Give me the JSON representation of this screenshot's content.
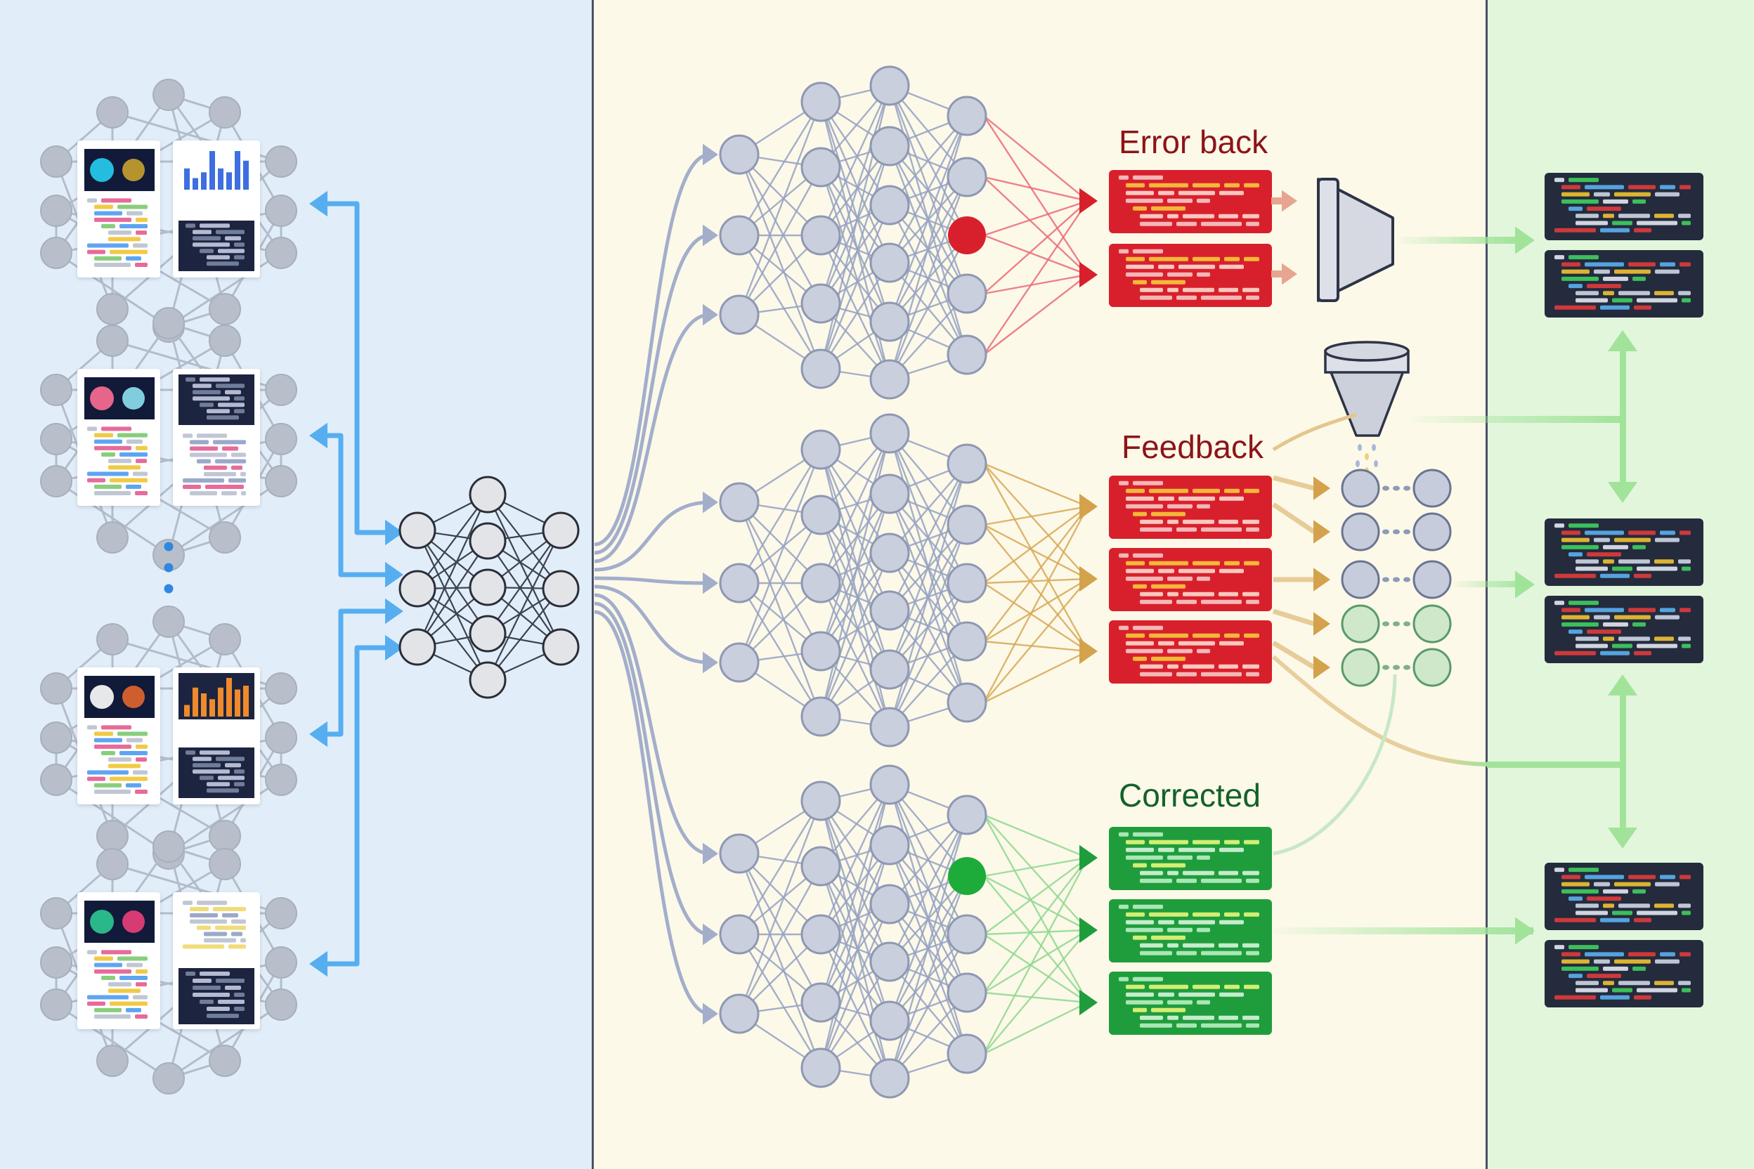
{
  "panels": [
    {
      "id": "input-corpus",
      "bg": "#e1eefa"
    },
    {
      "id": "training",
      "bg": "#fcf9e9"
    },
    {
      "id": "output",
      "bg": "#e2f6dc"
    }
  ],
  "colors": {
    "divider": "#4a5066",
    "node_fill": "#c9cfdd",
    "node_stroke": "#8e98b2",
    "edge": "#95a2c2",
    "hub_node_fill": "#e3e4e8",
    "hub_edge": "#3c4250",
    "doc_node_fill": "#b9bfca",
    "blue_arrow": "#56aef0",
    "error": "#d8202c",
    "error_edge": "#ec6c78",
    "error_label": "#8d1418",
    "feedback_label": "#8d1418",
    "feedback_edge": "#d9a957",
    "correct": "#1f9d3c",
    "correct_node": "#1dab3a",
    "correct_edge": "#8fd98f",
    "correct_label": "#14612a",
    "right_arrow": "#a2e39a",
    "code_card_bg": "#242b3c",
    "device_fill": "#d6d9e2",
    "device_stroke": "#2e3446",
    "ellipsis_dot": "#2f87e0"
  },
  "labels": {
    "error_back": "Error back",
    "feedback": "Feedback",
    "corrected": "Corrected"
  },
  "input_docs": [
    {
      "id": "doc-1",
      "left_image": "glow-orbs-cyan-green",
      "right_content": "bar-chart-blue-plus-code"
    },
    {
      "id": "doc-2",
      "left_image": "glow-orbs-pink-cyan",
      "right_content": "code-plus-text"
    },
    {
      "id": "doc-3",
      "left_image": "glow-orbs-white-orange",
      "right_content": "bar-chart-orange-plus-code"
    },
    {
      "id": "doc-4",
      "left_image": "glow-orbs-teal-pink",
      "right_content": "text-plus-code"
    }
  ],
  "ellipsis": "more documents (⋮)",
  "networks": [
    {
      "id": "error-network",
      "layers": [
        3,
        5,
        6,
        5
      ],
      "highlight_node": {
        "layer": 3,
        "index": 2,
        "state": "error"
      },
      "output_boxes": 2,
      "box_state": "error"
    },
    {
      "id": "feedback-network",
      "layers": [
        3,
        5,
        6,
        5
      ],
      "highlight_node": null,
      "output_boxes": 3,
      "box_state": "feedback"
    },
    {
      "id": "corrected-network",
      "layers": [
        3,
        5,
        6,
        5
      ],
      "highlight_node": {
        "layer": 3,
        "index": 1,
        "state": "correct"
      },
      "output_boxes": 3,
      "box_state": "correct"
    }
  ],
  "hub_network": {
    "layers": [
      3,
      5,
      3
    ]
  },
  "feedback_pairs": [
    {
      "state": "neutral"
    },
    {
      "state": "neutral"
    },
    {
      "state": "neutral"
    },
    {
      "state": "good"
    },
    {
      "state": "good"
    }
  ],
  "icons": {
    "compressor": "trapezoid-compressor-icon",
    "funnel": "funnel-icon"
  },
  "output_code_groups": 3,
  "output_cards_per_group": 2
}
